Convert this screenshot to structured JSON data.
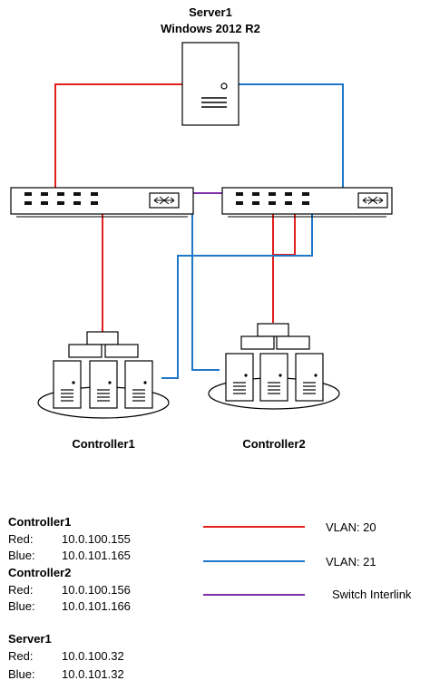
{
  "server": {
    "name": "Server1",
    "os": "Windows 2012 R2"
  },
  "controllers": [
    {
      "name": "Controller1"
    },
    {
      "name": "Controller2"
    }
  ],
  "legend": [
    {
      "label": "VLAN: 20",
      "color": "#e0201b"
    },
    {
      "label": "VLAN: 21",
      "color": "#1f77c9"
    },
    {
      "label": "Switch Interlink",
      "color": "#7f2fa8"
    }
  ],
  "addresses": {
    "controller1": {
      "title": "Controller1",
      "red_label": "Red:",
      "red_ip": "10.0.100.155",
      "blue_label": "Blue:",
      "blue_ip": "10.0.101.165"
    },
    "controller2": {
      "title": "Controller2",
      "red_label": "Red:",
      "red_ip": "10.0.100.156",
      "blue_label": "Blue:",
      "blue_ip": "10.0.101.166"
    },
    "server1": {
      "title": "Server1",
      "red_label": "Red:",
      "red_ip": "10.0.100.32",
      "blue_label": "Blue:",
      "blue_ip": "10.0.101.32"
    }
  }
}
